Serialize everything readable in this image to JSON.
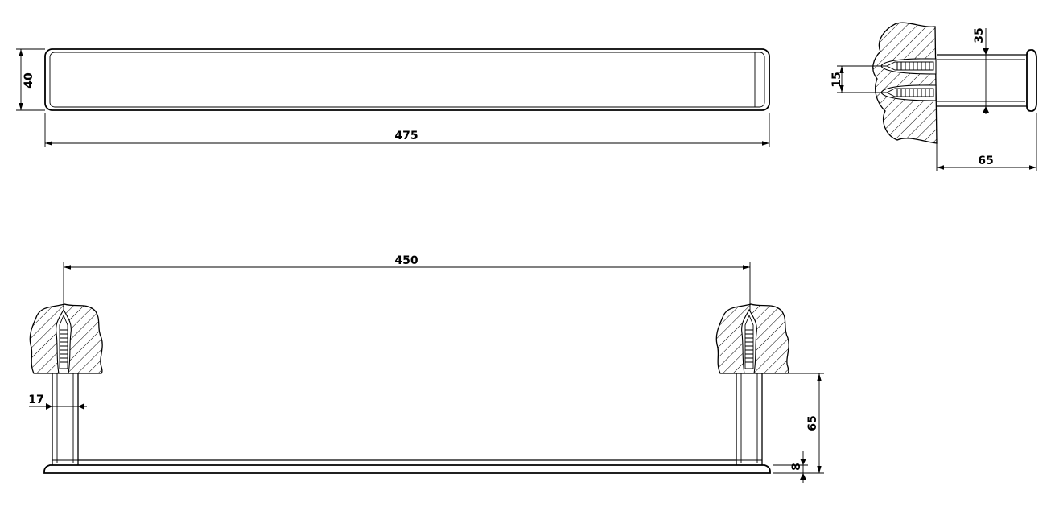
{
  "drawing": {
    "top_view": {
      "length": "475",
      "height": "40"
    },
    "side_view": {
      "depth": "65",
      "bracket_height": "35",
      "screw_spacing": "15"
    },
    "front_view": {
      "center_distance": "450",
      "post_width": "17",
      "projection": "65",
      "bar_thickness": "8"
    }
  }
}
